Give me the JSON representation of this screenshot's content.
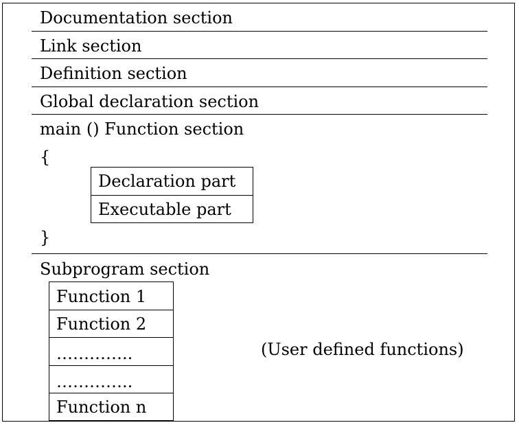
{
  "sections": {
    "documentation": "Documentation section",
    "link": "Link section",
    "definition": "Definition section",
    "global": "Global declaration section",
    "main": "main () Function section",
    "open_brace": "{",
    "close_brace": "}",
    "subprogram": "Subprogram section"
  },
  "main_parts": [
    "Declaration part",
    "Executable part"
  ],
  "functions": [
    "Function 1",
    "Function 2",
    "…………..",
    "…………..",
    "Function n"
  ],
  "functions_note": "(User defined functions)"
}
